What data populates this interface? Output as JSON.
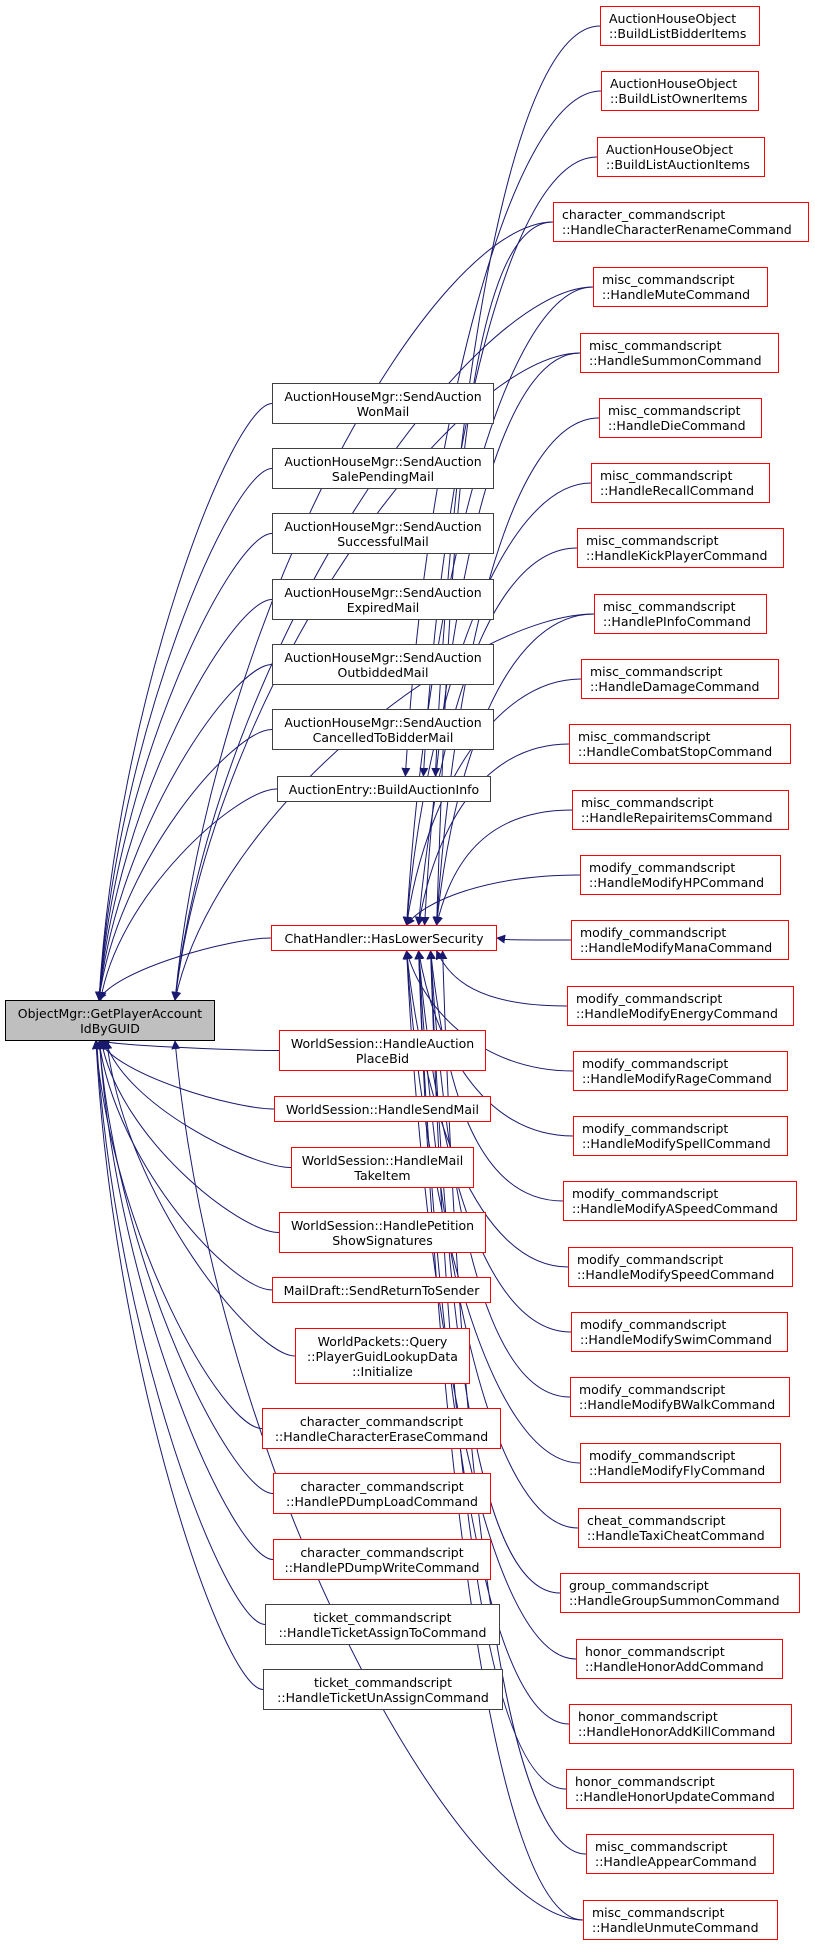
{
  "title": "ObjectMgr::GetPlayerAccountIdByGUID caller graph",
  "colors": {
    "edge": "#191970",
    "red_border": "#ff0000",
    "black_border": "#404040",
    "main_fill": "#bfbfbf"
  },
  "main_node": {
    "label": "ObjectMgr::GetPlayerAccount\nIdByGUID"
  },
  "middle_nodes": [
    {
      "id": "m_wonmail",
      "label": "AuctionHouseMgr::SendAuction\nWonMail",
      "style": "black"
    },
    {
      "id": "m_salepending",
      "label": "AuctionHouseMgr::SendAuction\nSalePendingMail",
      "style": "black"
    },
    {
      "id": "m_successful",
      "label": "AuctionHouseMgr::SendAuction\nSuccessfulMail",
      "style": "black"
    },
    {
      "id": "m_expired",
      "label": "AuctionHouseMgr::SendAuction\nExpiredMail",
      "style": "black"
    },
    {
      "id": "m_outbidded",
      "label": "AuctionHouseMgr::SendAuction\nOutbiddedMail",
      "style": "black"
    },
    {
      "id": "m_cancelled",
      "label": "AuctionHouseMgr::SendAuction\nCancelledToBidderMail",
      "style": "black"
    },
    {
      "id": "m_buildinfo",
      "label": "AuctionEntry::BuildAuctionInfo",
      "style": "black"
    },
    {
      "id": "m_haslower",
      "label": "ChatHandler::HasLowerSecurity",
      "style": "red"
    },
    {
      "id": "m_placebid",
      "label": "WorldSession::HandleAuction\nPlaceBid",
      "style": "red"
    },
    {
      "id": "m_sendmail",
      "label": "WorldSession::HandleSendMail",
      "style": "red"
    },
    {
      "id": "m_mailtake",
      "label": "WorldSession::HandleMail\nTakeItem",
      "style": "red"
    },
    {
      "id": "m_petition",
      "label": "WorldSession::HandlePetition\nShowSignatures",
      "style": "red"
    },
    {
      "id": "m_returnsender",
      "label": "MailDraft::SendReturnToSender",
      "style": "red"
    },
    {
      "id": "m_guidlookup",
      "label": "WorldPackets::Query\n::PlayerGuidLookupData\n::Initialize",
      "style": "red"
    },
    {
      "id": "m_charerase",
      "label": "character_commandscript\n::HandleCharacterEraseCommand",
      "style": "red"
    },
    {
      "id": "m_pdumpload",
      "label": "character_commandscript\n::HandlePDumpLoadCommand",
      "style": "red"
    },
    {
      "id": "m_pdumpwrite",
      "label": "character_commandscript\n::HandlePDumpWriteCommand",
      "style": "red"
    },
    {
      "id": "m_ticketassign",
      "label": "ticket_commandscript\n::HandleTicketAssignToCommand",
      "style": "black"
    },
    {
      "id": "m_ticketunassign",
      "label": "ticket_commandscript\n::HandleTicketUnAssignCommand",
      "style": "black"
    }
  ],
  "right_nodes": [
    {
      "id": "r_bidder",
      "label": "AuctionHouseObject\n::BuildListBidderItems",
      "target": "m_buildinfo"
    },
    {
      "id": "r_owner",
      "label": "AuctionHouseObject\n::BuildListOwnerItems",
      "target": "m_buildinfo"
    },
    {
      "id": "r_auction",
      "label": "AuctionHouseObject\n::BuildListAuctionItems",
      "target": "m_buildinfo"
    },
    {
      "id": "r_charrename",
      "label": "character_commandscript\n::HandleCharacterRenameCommand",
      "target": "both"
    },
    {
      "id": "r_mute",
      "label": "misc_commandscript\n::HandleMuteCommand",
      "target": "both"
    },
    {
      "id": "r_summon",
      "label": "misc_commandscript\n::HandleSummonCommand",
      "target": "both"
    },
    {
      "id": "r_die",
      "label": "misc_commandscript\n::HandleDieCommand",
      "target": "m_haslower"
    },
    {
      "id": "r_recall",
      "label": "misc_commandscript\n::HandleRecallCommand",
      "target": "m_haslower"
    },
    {
      "id": "r_kick",
      "label": "misc_commandscript\n::HandleKickPlayerCommand",
      "target": "m_haslower"
    },
    {
      "id": "r_pinfo",
      "label": "misc_commandscript\n::HandlePInfoCommand",
      "target": "both"
    },
    {
      "id": "r_damage",
      "label": "misc_commandscript\n::HandleDamageCommand",
      "target": "m_haslower"
    },
    {
      "id": "r_combatstop",
      "label": "misc_commandscript\n::HandleCombatStopCommand",
      "target": "m_haslower"
    },
    {
      "id": "r_repair",
      "label": "misc_commandscript\n::HandleRepairitemsCommand",
      "target": "m_haslower"
    },
    {
      "id": "r_hp",
      "label": "modify_commandscript\n::HandleModifyHPCommand",
      "target": "m_haslower"
    },
    {
      "id": "r_mana",
      "label": "modify_commandscript\n::HandleModifyManaCommand",
      "target": "m_haslower"
    },
    {
      "id": "r_energy",
      "label": "modify_commandscript\n::HandleModifyEnergyCommand",
      "target": "m_haslower"
    },
    {
      "id": "r_rage",
      "label": "modify_commandscript\n::HandleModifyRageCommand",
      "target": "m_haslower"
    },
    {
      "id": "r_spell",
      "label": "modify_commandscript\n::HandleModifySpellCommand",
      "target": "m_haslower"
    },
    {
      "id": "r_aspeed",
      "label": "modify_commandscript\n::HandleModifyASpeedCommand",
      "target": "m_haslower"
    },
    {
      "id": "r_speed",
      "label": "modify_commandscript\n::HandleModifySpeedCommand",
      "target": "m_haslower"
    },
    {
      "id": "r_swim",
      "label": "modify_commandscript\n::HandleModifySwimCommand",
      "target": "m_haslower"
    },
    {
      "id": "r_bwalk",
      "label": "modify_commandscript\n::HandleModifyBWalkCommand",
      "target": "m_haslower"
    },
    {
      "id": "r_fly",
      "label": "modify_commandscript\n::HandleModifyFlyCommand",
      "target": "m_haslower"
    },
    {
      "id": "r_taxi",
      "label": "cheat_commandscript\n::HandleTaxiCheatCommand",
      "target": "m_haslower"
    },
    {
      "id": "r_groupsummon",
      "label": "group_commandscript\n::HandleGroupSummonCommand",
      "target": "m_haslower"
    },
    {
      "id": "r_honoradd",
      "label": "honor_commandscript\n::HandleHonorAddCommand",
      "target": "m_haslower"
    },
    {
      "id": "r_honorkill",
      "label": "honor_commandscript\n::HandleHonorAddKillCommand",
      "target": "m_haslower"
    },
    {
      "id": "r_honorupdate",
      "label": "honor_commandscript\n::HandleHonorUpdateCommand",
      "target": "m_haslower"
    },
    {
      "id": "r_appear",
      "label": "misc_commandscript\n::HandleAppearCommand",
      "target": "m_haslower"
    },
    {
      "id": "r_unmute",
      "label": "misc_commandscript\n::HandleUnmuteCommand",
      "target": "both"
    }
  ]
}
